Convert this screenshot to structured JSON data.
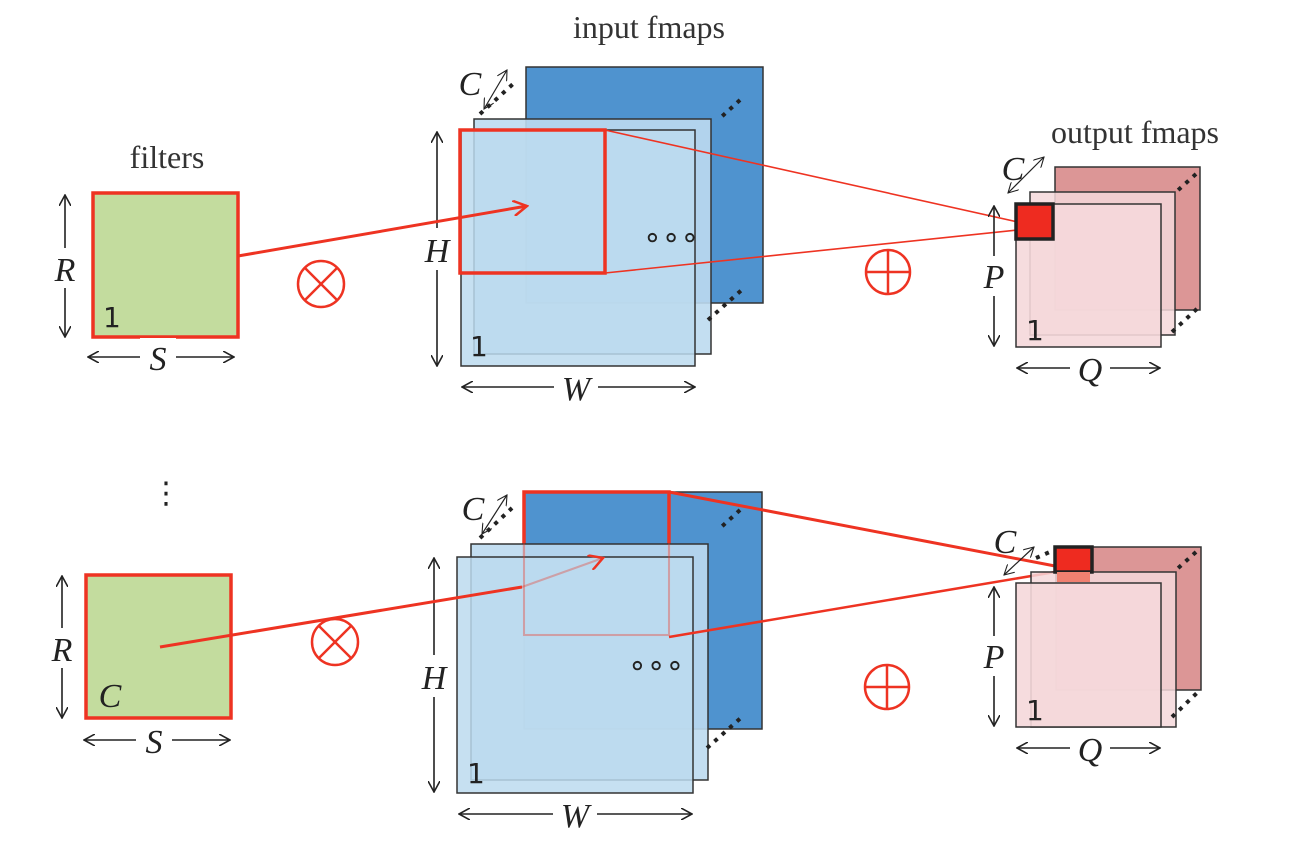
{
  "labels": {
    "filters": "filters",
    "input_fmaps": "input fmaps",
    "output_fmaps": "output fmaps",
    "R": "R",
    "S": "S",
    "C": "C",
    "H": "H",
    "W": "W",
    "P": "P",
    "Q": "Q",
    "one": "1",
    "vdots": "⋮"
  },
  "colors": {
    "filter_fill": "#c3dc9e",
    "highlight": "#ee3322",
    "input_front": "#bcdaef",
    "input_back": "#4f93cf",
    "output_front": "#f5d8da",
    "output_back": "#dc9696",
    "output_pixel": "#ee2b20",
    "stroke": "#333333"
  },
  "operators": {
    "multiply": "multiply-icon",
    "add": "add-icon"
  }
}
